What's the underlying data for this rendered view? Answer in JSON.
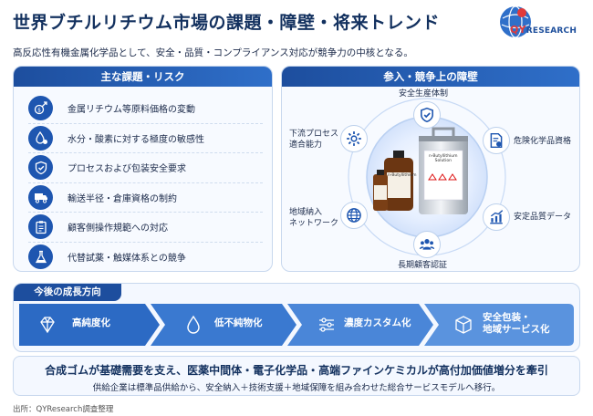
{
  "header": {
    "title": "世界ブチルリチウム市場の課題・障壁・将来トレンド",
    "subtitle": "高反応性有機金属化学品として、安全・品質・コンプライアンス対応が競争力の中核となる。",
    "logo_text_q": "QY",
    "logo_text_r": "RESEARCH"
  },
  "risks": {
    "heading": "主な課題・リスク",
    "items": [
      {
        "label": "金属リチウム等原料価格の変動",
        "icon": "dollar-trend-icon"
      },
      {
        "label": "水分・酸素に対する極度の敏感性",
        "icon": "water-drop-icon"
      },
      {
        "label": "プロセスおよび包装安全要求",
        "icon": "shield-check-icon"
      },
      {
        "label": "輸送半径・倉庫資格の制約",
        "icon": "truck-icon"
      },
      {
        "label": "顧客側操作規範への対応",
        "icon": "clipboard-icon"
      },
      {
        "label": "代替試薬・触媒体系との競争",
        "icon": "flask-icon"
      }
    ]
  },
  "barriers": {
    "heading": "参入・競争上の障壁",
    "nodes": [
      {
        "label": "安全生産体制",
        "icon": "shield-check-icon"
      },
      {
        "label": "危険化学品資格",
        "icon": "document-badge-icon"
      },
      {
        "label": "安定品質データ",
        "icon": "chart-up-icon"
      },
      {
        "label": "長期顧客認証",
        "icon": "people-icon"
      },
      {
        "label": "地域納入\nネットワーク",
        "icon": "globe-icon"
      },
      {
        "label": "下流プロセス\n適合能力",
        "icon": "gear-icon"
      }
    ],
    "bottle_small_label": "n-Butyllithium",
    "can_label": "n-Butyllithium\nSolution"
  },
  "growth": {
    "heading": "今後の成長方向",
    "steps": [
      {
        "label": "高純度化",
        "icon": "diamond-icon"
      },
      {
        "label": "低不純物化",
        "icon": "drop-icon"
      },
      {
        "label": "濃度カスタム化",
        "icon": "sliders-icon"
      },
      {
        "label": "安全包装・\n地域サービス化",
        "icon": "package-icon"
      }
    ]
  },
  "summary": {
    "main": "合成ゴムが基礎需要を支え、医薬中間体・電子化学品・高端ファインケミカルが高付加価値増分を牽引",
    "sub": "供給企業は標準品供給から、安全納入＋技術支援＋地域保障を組み合わせた総合サービスモデルへ移行。"
  },
  "source": "出所：QYResearch調査整理",
  "colors": {
    "primary": "#1d4e9e",
    "accent": "#2f6fc9",
    "logo_red": "#e23a3a"
  }
}
